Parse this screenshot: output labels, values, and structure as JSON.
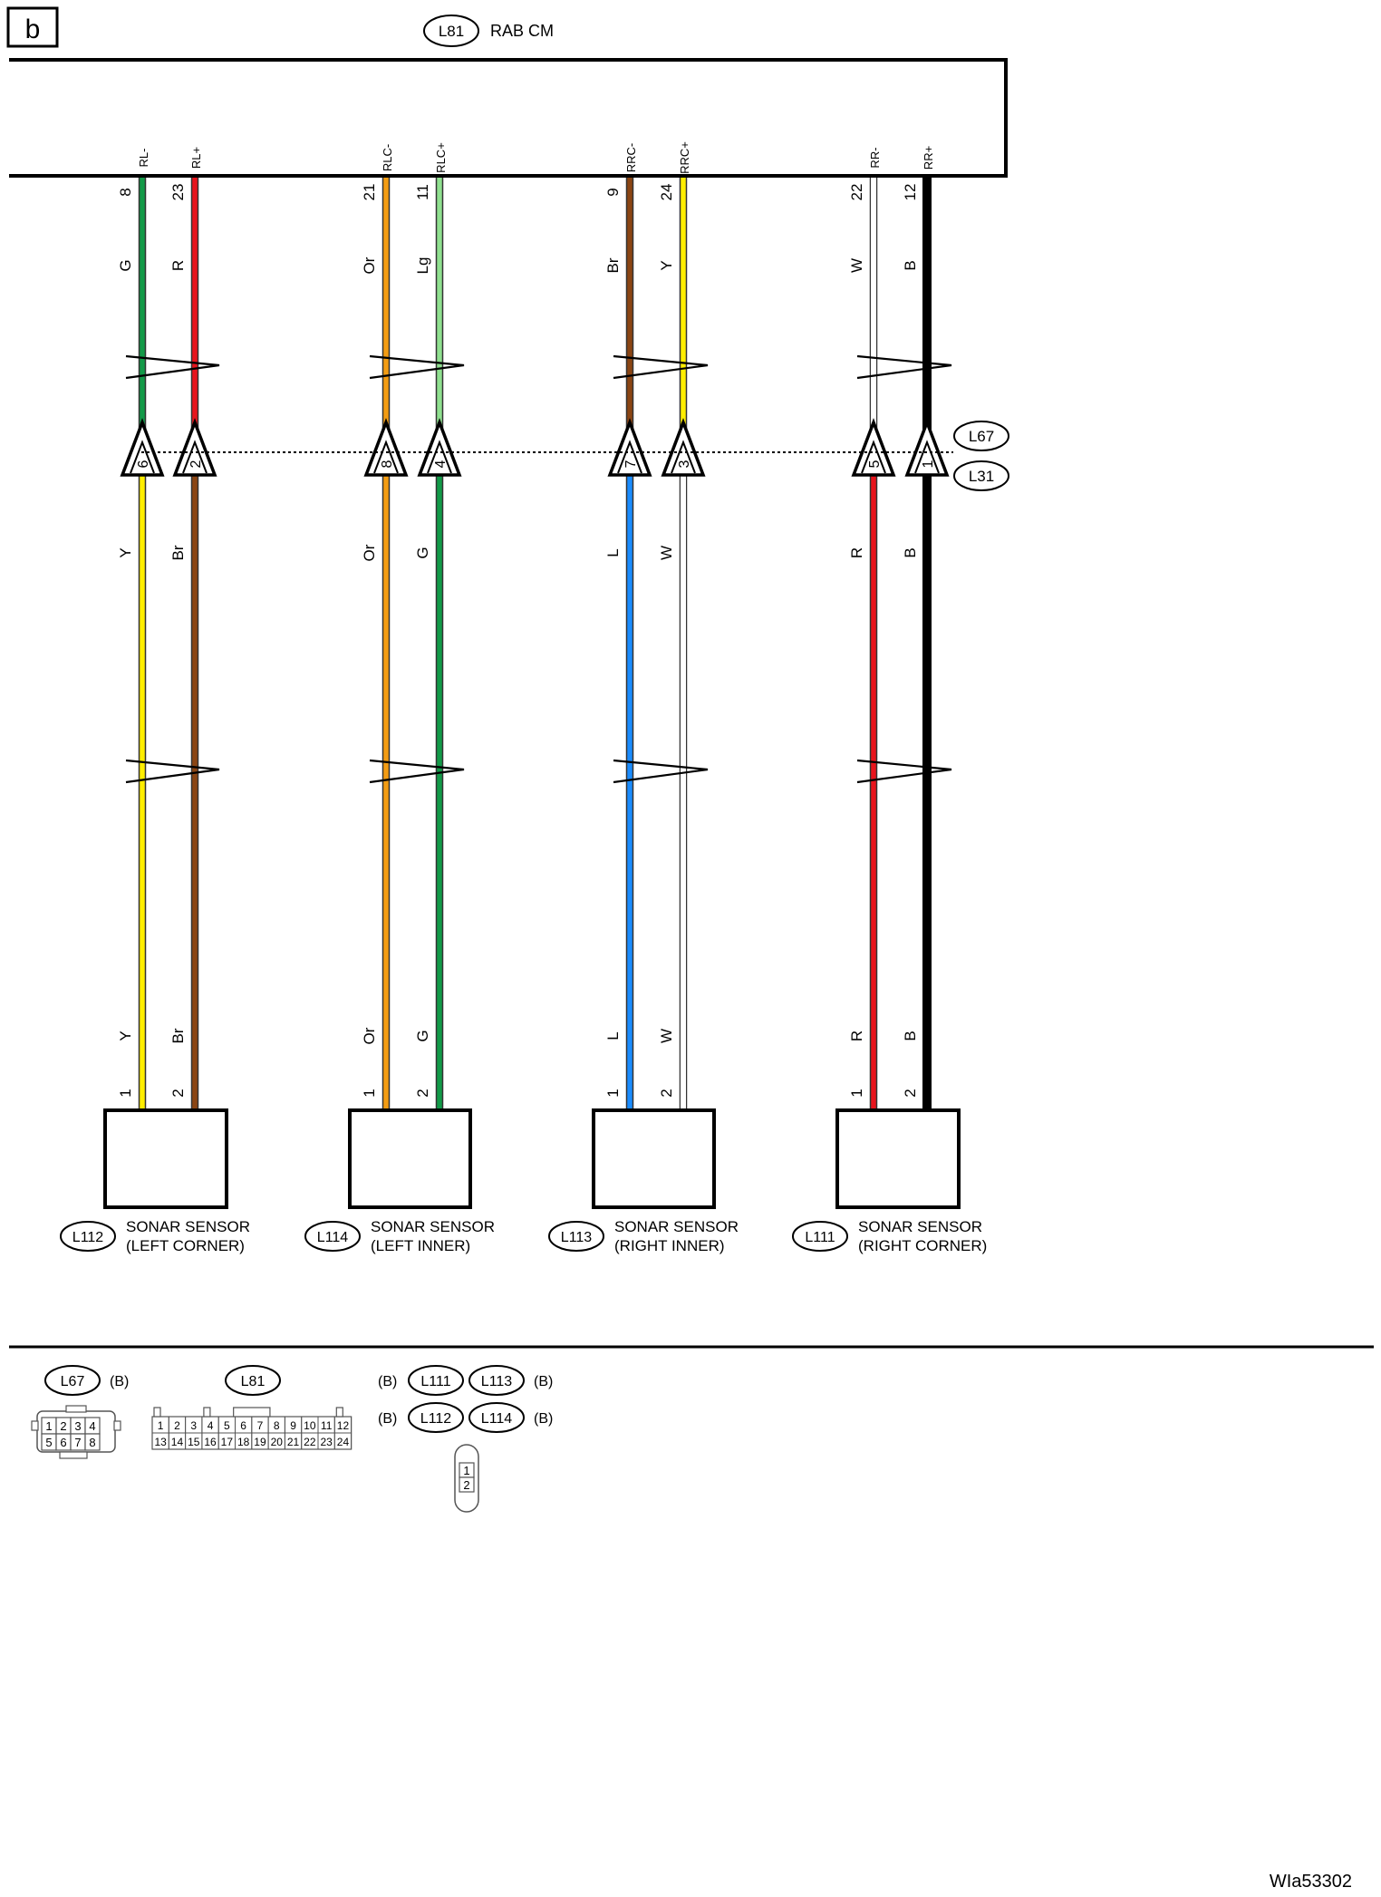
{
  "page_label": "b",
  "main_unit": {
    "code": "L81",
    "name": "RAB CM"
  },
  "junction": {
    "upper": "L67",
    "lower": "L31"
  },
  "wires": [
    {
      "signal": "RL-",
      "pin_top": "8",
      "color_top": "G",
      "hex_top": "#129a48",
      "junction_pin": "6",
      "color_bottom": "Y",
      "hex_bottom": "#ffee00",
      "sensor_pin": "1"
    },
    {
      "signal": "RL+",
      "pin_top": "23",
      "color_top": "R",
      "hex_top": "#e8141c",
      "junction_pin": "2",
      "color_bottom": "Br",
      "hex_bottom": "#8b4513",
      "sensor_pin": "2"
    },
    {
      "signal": "RLC-",
      "pin_top": "21",
      "color_top": "Or",
      "hex_top": "#f39c12",
      "junction_pin": "8",
      "color_bottom": "Or",
      "hex_bottom": "#f39c12",
      "sensor_pin": "1"
    },
    {
      "signal": "RLC+",
      "pin_top": "11",
      "color_top": "Lg",
      "hex_top": "#8fe08f",
      "junction_pin": "4",
      "color_bottom": "G",
      "hex_bottom": "#129a48",
      "sensor_pin": "2"
    },
    {
      "signal": "RRC-",
      "pin_top": "9",
      "color_top": "Br",
      "hex_top": "#8b4513",
      "junction_pin": "7",
      "color_bottom": "L",
      "hex_bottom": "#1a8cff",
      "sensor_pin": "1"
    },
    {
      "signal": "RRC+",
      "pin_top": "24",
      "color_top": "Y",
      "hex_top": "#ffee00",
      "junction_pin": "3",
      "color_bottom": "W",
      "hex_bottom": "#ffffff",
      "sensor_pin": "2"
    },
    {
      "signal": "RR-",
      "pin_top": "22",
      "color_top": "W",
      "hex_top": "#ffffff",
      "junction_pin": "5",
      "color_bottom": "R",
      "hex_bottom": "#e8141c",
      "sensor_pin": "1"
    },
    {
      "signal": "RR+",
      "pin_top": "12",
      "color_top": "B",
      "hex_top": "#000000",
      "junction_pin": "1",
      "color_bottom": "B",
      "hex_bottom": "#000000",
      "sensor_pin": "2"
    }
  ],
  "sensors": [
    {
      "code": "L112",
      "line1": "SONAR SENSOR",
      "line2": "(LEFT CORNER)"
    },
    {
      "code": "L114",
      "line1": "SONAR SENSOR",
      "line2": "(LEFT INNER)"
    },
    {
      "code": "L113",
      "line1": "SONAR SENSOR",
      "line2": "(RIGHT INNER)"
    },
    {
      "code": "L111",
      "line1": "SONAR SENSOR",
      "line2": "(RIGHT CORNER)"
    }
  ],
  "legend": {
    "l67": {
      "code": "L67",
      "suffix": "(B)",
      "row1": [
        "1",
        "2",
        "3",
        "4"
      ],
      "row2": [
        "5",
        "6",
        "7",
        "8"
      ]
    },
    "l81": {
      "code": "L81",
      "row1": [
        "1",
        "2",
        "3",
        "4",
        "5",
        "6",
        "7",
        "8",
        "9",
        "10",
        "11",
        "12"
      ],
      "row2": [
        "13",
        "14",
        "15",
        "16",
        "17",
        "18",
        "19",
        "20",
        "21",
        "22",
        "23",
        "24"
      ]
    },
    "sensor_connectors": {
      "left_suffix": "(B)",
      "right_suffix": "(B)",
      "top": [
        "L111",
        "L113"
      ],
      "bottom": [
        "L112",
        "L114"
      ],
      "pins": [
        "1",
        "2"
      ]
    }
  },
  "figure_id": "WIa53302"
}
